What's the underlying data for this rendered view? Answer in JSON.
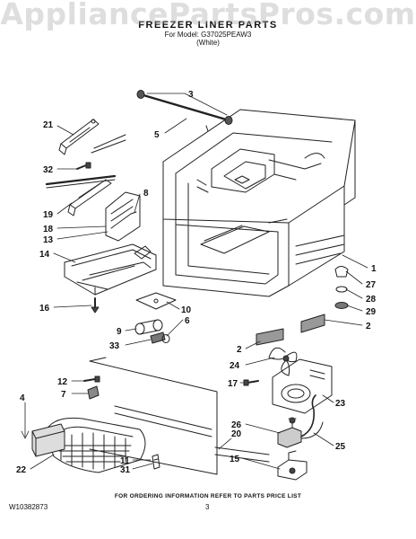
{
  "watermark": "AppliancePartsPros.com",
  "header": {
    "title": "FREEZER LINER PARTS",
    "model_line": "For Model: G37025PEAW3",
    "color_line": "(White)"
  },
  "callouts": [
    "3",
    "5",
    "21",
    "32",
    "19",
    "18",
    "13",
    "8",
    "14",
    "16",
    "10",
    "9",
    "6",
    "33",
    "1",
    "27",
    "28",
    "29",
    "2",
    "2",
    "24",
    "17",
    "12",
    "7",
    "4",
    "22",
    "11",
    "31",
    "20",
    "26",
    "23",
    "25",
    "15"
  ],
  "footer": {
    "note": "FOR ORDERING INFORMATION REFER TO PARTS PRICE LIST",
    "doc_number": "W10382873",
    "page_number": "3"
  }
}
